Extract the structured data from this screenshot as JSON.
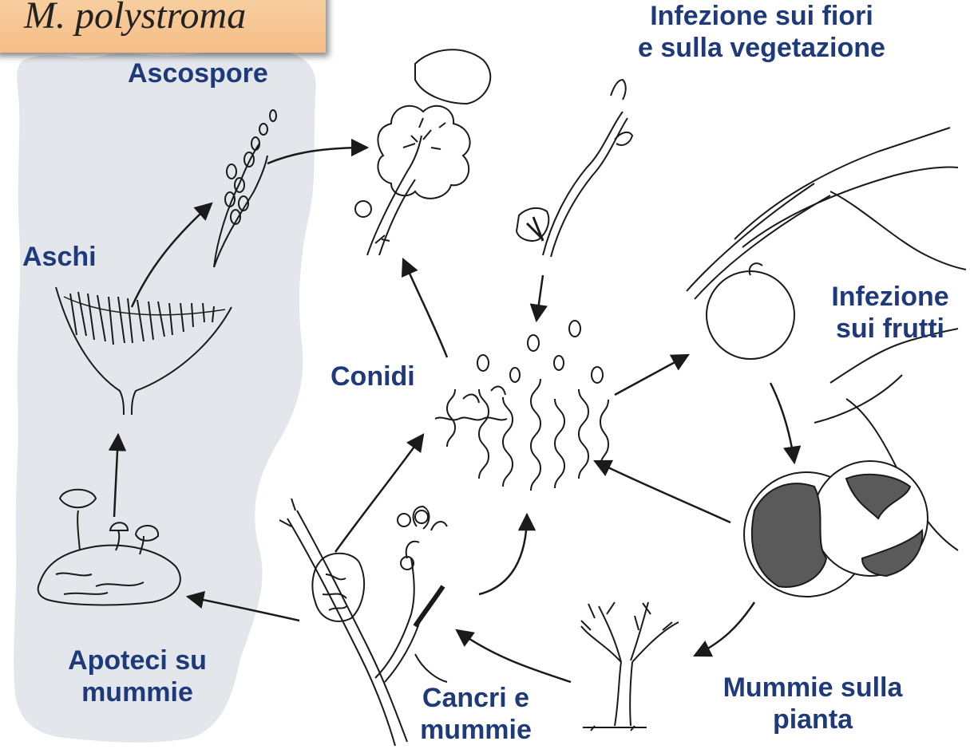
{
  "title": "M. polystroma",
  "labels": {
    "ascospore": "Ascospore",
    "infezione_fiori_1": "Infezione sui fiori",
    "infezione_fiori_2": "e sulla vegetazione",
    "aschi": "Aschi",
    "conidi": "Conidi",
    "infezione_frutti_1": "Infezione",
    "infezione_frutti_2": "sui frutti",
    "apoteci_1": "Apoteci su",
    "apoteci_2": "mummie",
    "cancri_1": "Cancri e",
    "cancri_2": "mummie",
    "mummie_pianta_1": "Mummie sulla",
    "mummie_pianta_2": "pianta"
  },
  "colors": {
    "label": "#1f3a7a",
    "title_box": "#f6c48f",
    "background_panel": "#e3e6ea",
    "ink": "#1a1a1a",
    "fruit_rot": "#5a5a5a"
  }
}
